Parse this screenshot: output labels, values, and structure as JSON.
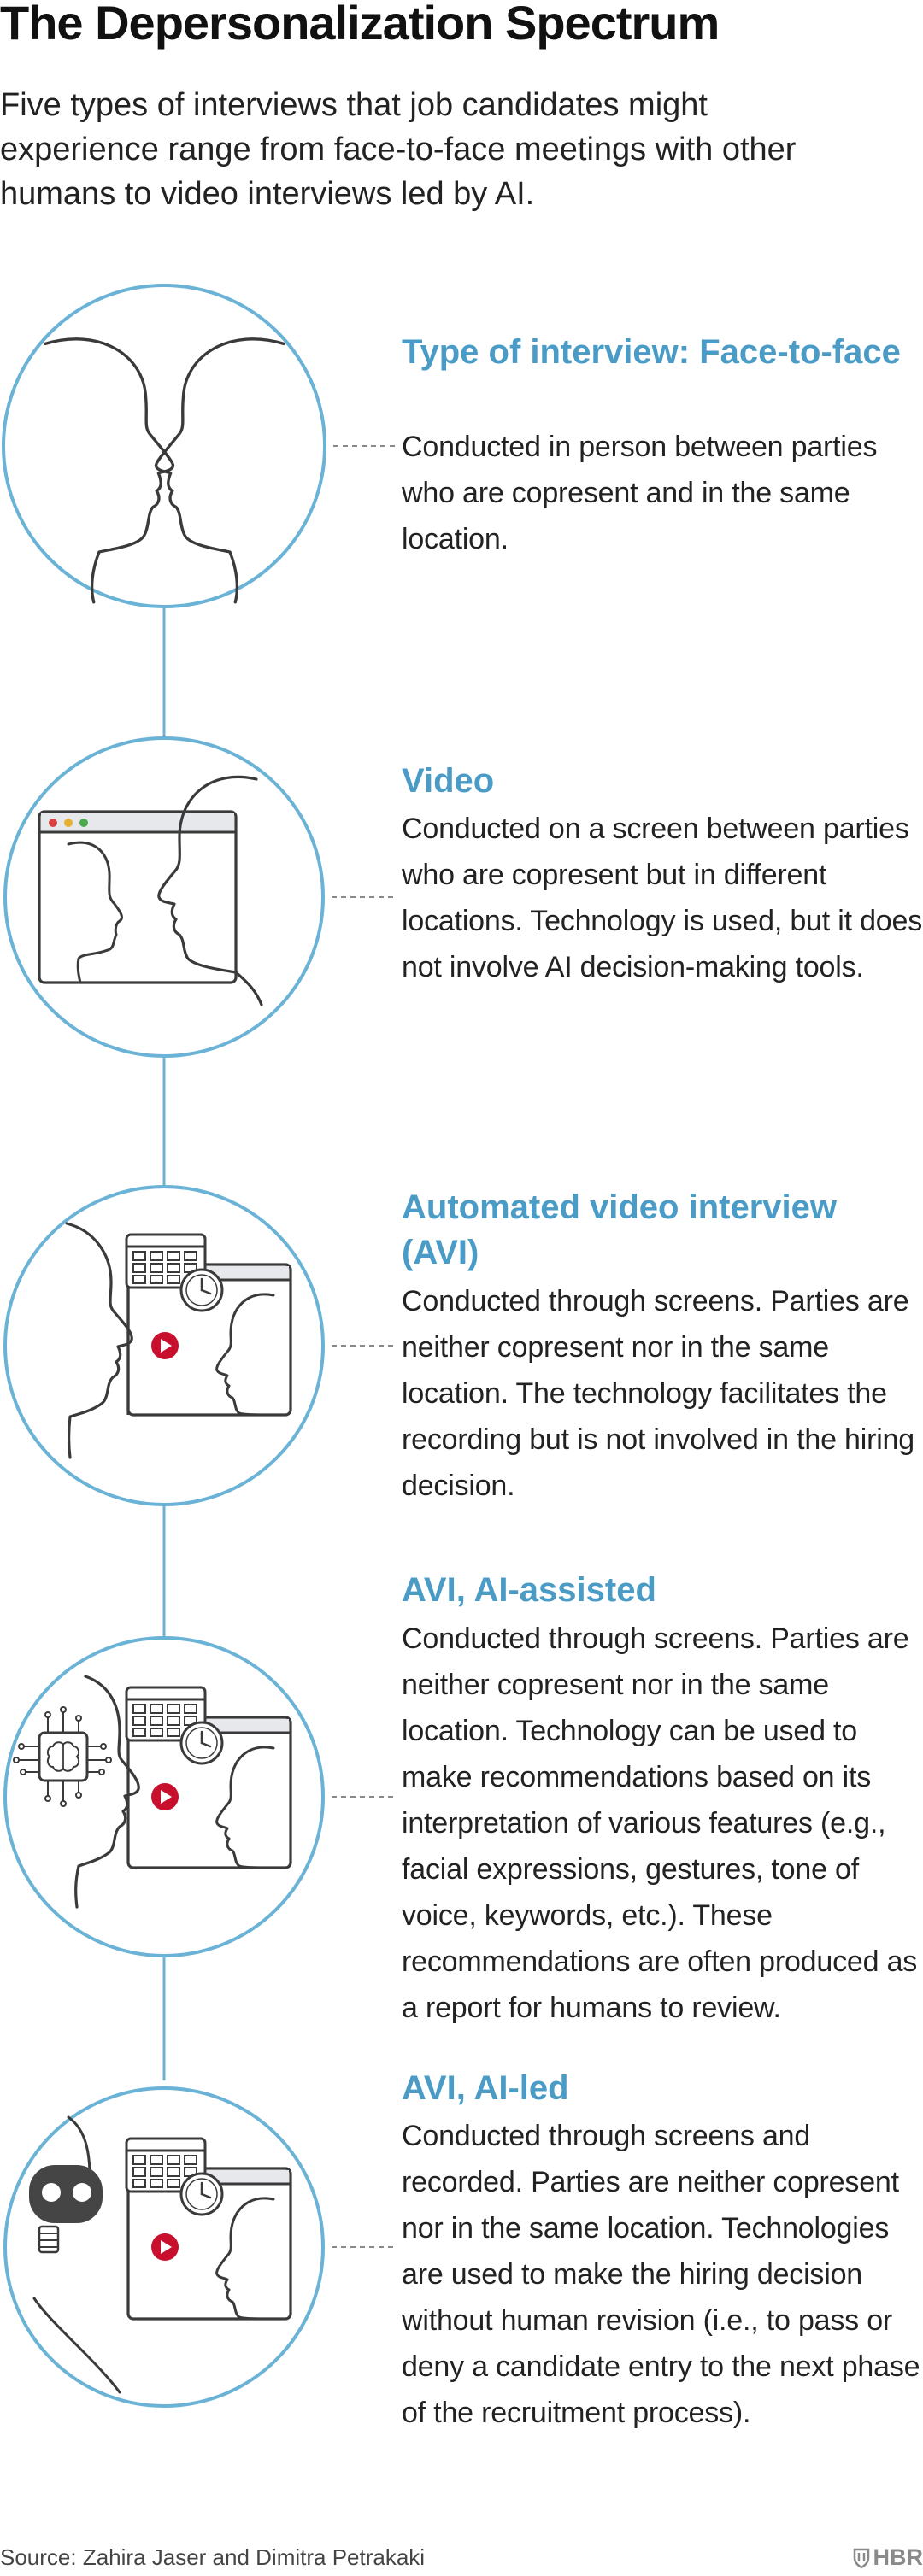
{
  "title": "The Depersonalization Spectrum",
  "subtitle": "Five types of interviews that job candidates might experience range from face-to-face meetings with other humans to video interviews led by AI.",
  "entries": [
    {
      "title": "Type of interview: Face-to-face",
      "description": "Conducted in person between parties who are copresent and in the same location."
    },
    {
      "title": "Video",
      "description": "Conducted on a screen between parties who are copresent but in different locations. Technology is used, but it does not involve AI decision-making tools."
    },
    {
      "title": "Automated video interview (AVI)",
      "description": "Conducted through screens. Parties are neither copresent nor in the same location. The technology facilitates the recording but is not involved in the hiring decision."
    },
    {
      "title": "AVI, AI-assisted",
      "description": "Conducted through screens. Parties are neither copresent nor in the same location. Technology can be used to make recommendations based on its interpretation of various features (e.g., facial expressions, gestures, tone of voice, keywords, etc.). These recommendations are often produced as a report for humans to review."
    },
    {
      "title": "AVI, AI-led",
      "description": "Conducted through screens and recorded. Parties are neither copresent nor in the same location. Technologies are used to make the hiring decision without human revision (i.e., to pass or deny a candidate entry to the next phase of the recruitment process)."
    }
  ],
  "source": "Source: Zahira Jaser and Dimitra Petrakaki",
  "brand": "HBR",
  "colors": {
    "accent": "#4a9bc6",
    "text": "#222222",
    "line_art": "#3a3a3a",
    "play_button": "#c8102e",
    "robot_head": "#454545",
    "dashed_connector": "#888888"
  },
  "icons": [
    "face-profiles-icon",
    "browser-window-icon",
    "calendar-icon",
    "clock-icon",
    "play-button-icon",
    "ai-brain-chip-icon",
    "robot-head-icon",
    "hbr-shield-icon"
  ]
}
